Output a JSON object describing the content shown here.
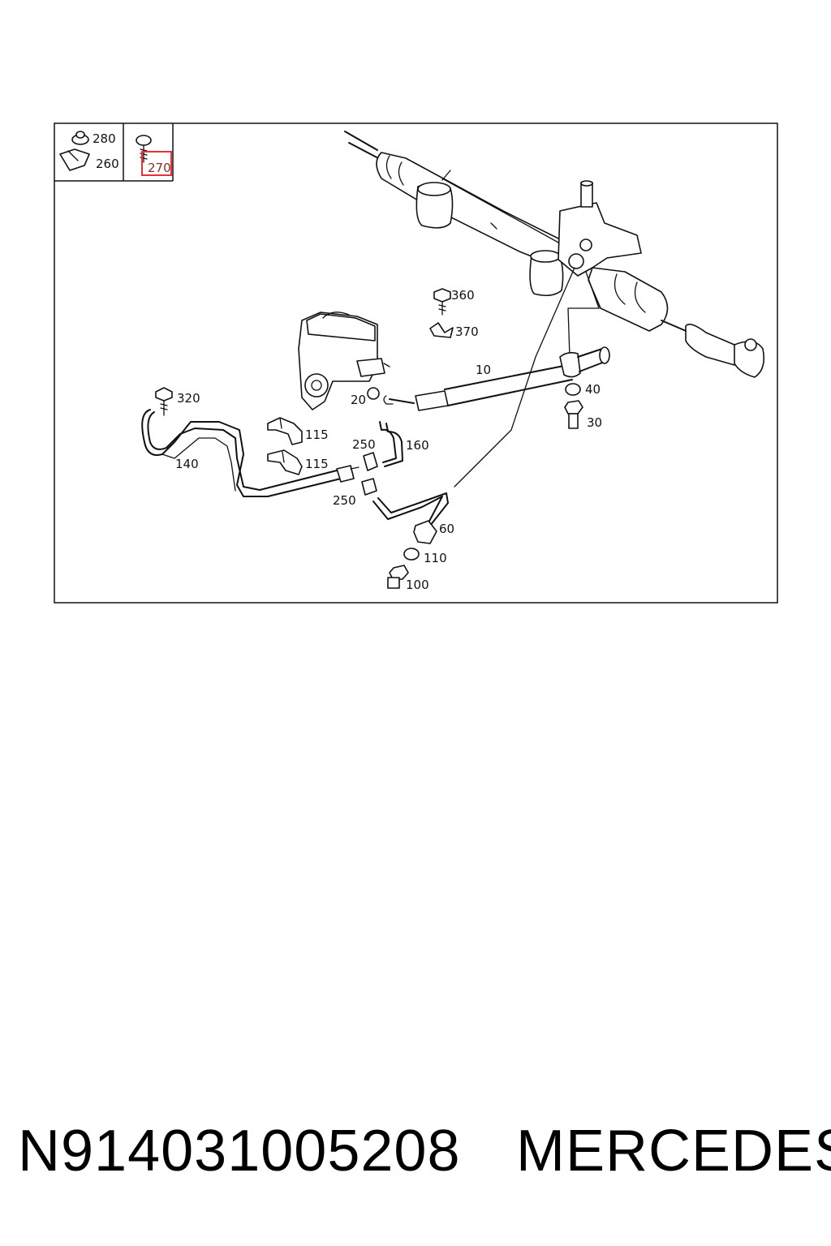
{
  "callouts": {
    "c280": "280",
    "c260": "260",
    "c270": "270",
    "c360": "360",
    "c370": "370",
    "c10": "10",
    "c20": "20",
    "c40": "40",
    "c30": "30",
    "c320": "320",
    "c115a": "115",
    "c115b": "115",
    "c140": "140",
    "c250a": "250",
    "c160": "160",
    "c250b": "250",
    "c60": "60",
    "c110": "110",
    "c100": "100"
  },
  "caption": {
    "part_number": "N914031005208",
    "brand": "MERCEDES"
  },
  "colors": {
    "highlight": "#e8303a",
    "ink": "#111111"
  }
}
